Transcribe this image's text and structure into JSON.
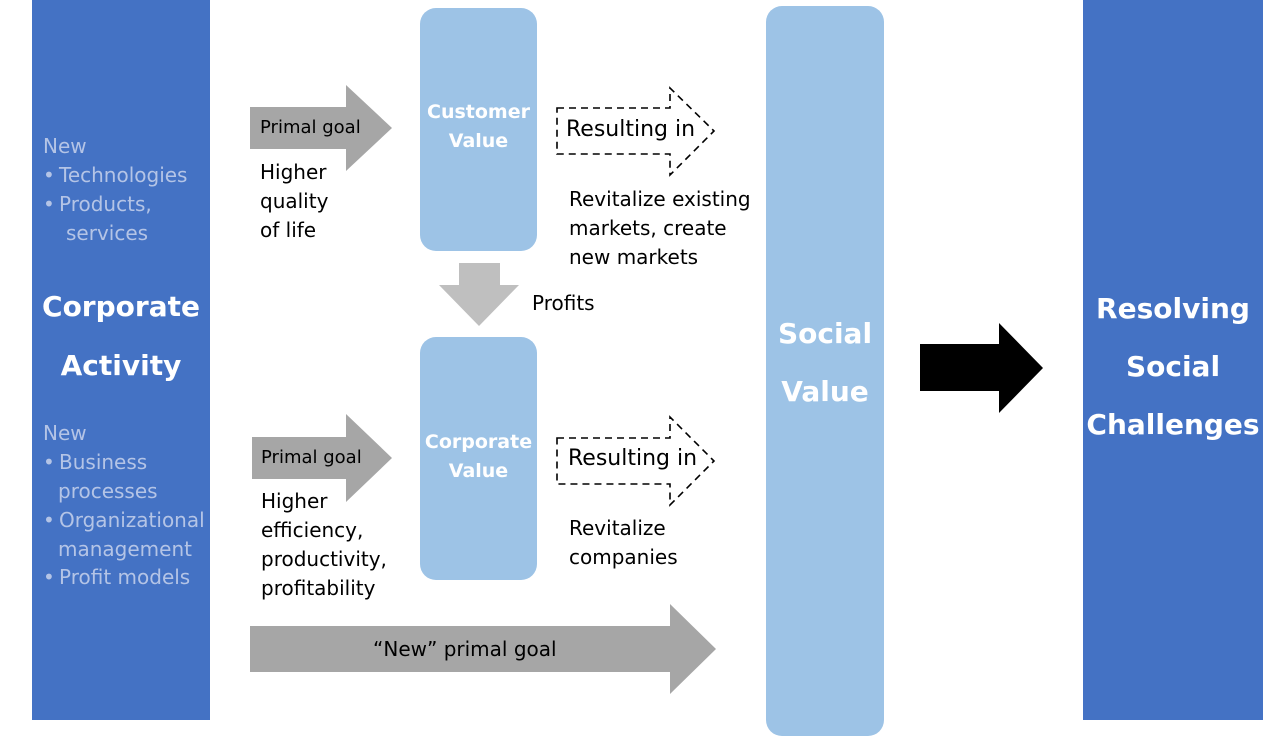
{
  "left_panel": {
    "new_tech_heading": "New",
    "tech_items": [
      "Technologies",
      "Products,",
      "services"
    ],
    "title_line1": "Corporate",
    "title_line2": "Activity",
    "new_biz_heading": "New",
    "biz_items": [
      "Business",
      "processes",
      "Organizational",
      "management",
      "Profit models"
    ]
  },
  "customer": {
    "primal_goal_label": "Primal goal",
    "goal_lines": [
      "Higher",
      "quality",
      "of life"
    ],
    "value_line1": "Customer",
    "value_line2": "Value",
    "resulting_label": "Resulting in",
    "result_lines": [
      "Revitalize existing",
      "markets, create",
      "new markets"
    ]
  },
  "profits_label": "Profits",
  "corporate": {
    "primal_goal_label": "Primal goal",
    "goal_lines": [
      "Higher",
      "efficiency,",
      "productivity,",
      "profitability"
    ],
    "value_line1": "Corporate",
    "value_line2": "Value",
    "resulting_label": "Resulting in",
    "result_lines": [
      "Revitalize",
      "companies"
    ]
  },
  "new_primal_goal_label": "“New” primal goal",
  "social_value": {
    "line1": "Social",
    "line2": "Value"
  },
  "right_panel": {
    "line1": "Resolving",
    "line2": "Social",
    "line3": "Challenges"
  },
  "colors": {
    "panel_blue": "#4472c4",
    "value_box_blue": "#9dc3e6",
    "gray_arrow": "#a6a6a6",
    "black_arrow": "#000000"
  }
}
